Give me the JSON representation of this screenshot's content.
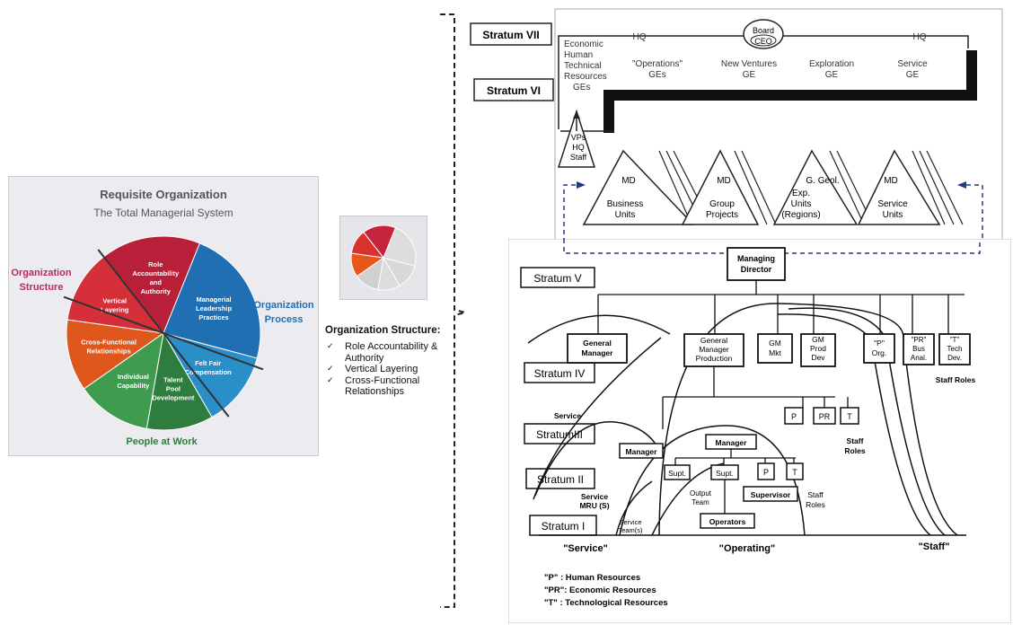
{
  "left_panel": {
    "title": "Requisite Organization",
    "subtitle": "The Total Managerial System",
    "label_structure": [
      "Organization",
      "Structure"
    ],
    "label_process": [
      "Organization",
      "Process"
    ],
    "label_people": "People at Work",
    "slices": [
      {
        "lines": [
          "Role",
          "Accountability",
          "and",
          "Authority"
        ],
        "color": "#b8203a"
      },
      {
        "lines": [
          "Managerial",
          "Leadership",
          "Practices"
        ],
        "color": "#1f6fb2"
      },
      {
        "lines": [
          "Felt Fair",
          "Compensation"
        ],
        "color": "#2a8fc9"
      },
      {
        "lines": [
          "Talent",
          "Pool",
          "Development"
        ],
        "color": "#2e7d3e"
      },
      {
        "lines": [
          "Individual",
          "Capability"
        ],
        "color": "#3f9c4f"
      },
      {
        "lines": [
          "Cross-Functional",
          "Relationships"
        ],
        "color": "#e0571e"
      },
      {
        "lines": [
          "Vertical",
          "Layering"
        ],
        "color": "#d52f3a"
      }
    ]
  },
  "structure_box": {
    "heading": "Organization Structure:",
    "items": [
      "Role Accountability & Authority",
      "Vertical Layering",
      "Cross-Functional Relationships"
    ]
  },
  "top_chart": {
    "stratum_vii": "Stratum VII",
    "stratum_vi": "Stratum VI",
    "hq_left": "HQ",
    "hq_right": "HQ",
    "board": "Board",
    "ceo": "CEO",
    "resources": [
      "Economic",
      "Human",
      "Technical",
      "Resources",
      "GEs"
    ],
    "ges": [
      {
        "lines": [
          "\"Operations\"",
          "GEs"
        ]
      },
      {
        "lines": [
          "New Ventures",
          "GE"
        ]
      },
      {
        "lines": [
          "Exploration",
          "GE"
        ]
      },
      {
        "lines": [
          "Service",
          "GE"
        ]
      }
    ],
    "vp": [
      "VPs",
      "HQ",
      "Staff"
    ],
    "units": [
      {
        "head": "MD",
        "lines": [
          "Business",
          "Units"
        ]
      },
      {
        "head": "MD",
        "lines": [
          "Group",
          "Projects"
        ]
      },
      {
        "head": "G. Geol.",
        "lines": [
          "Exp.",
          "Units",
          "(Regions)"
        ]
      },
      {
        "head": "MD",
        "lines": [
          "Service",
          "Units"
        ]
      }
    ]
  },
  "bottom_chart": {
    "managing_director": [
      "Managing",
      "Director"
    ],
    "strata": [
      "Stratum V",
      "Stratum IV",
      "StratumIII",
      "Stratum II",
      "Stratum I"
    ],
    "general_manager": [
      "General",
      "Manager"
    ],
    "gm_production": [
      "General",
      "Manager",
      "Production"
    ],
    "gm_mkt": [
      "GM",
      "Mkt"
    ],
    "gm_prod_dev": [
      "GM",
      "Prod",
      "Dev"
    ],
    "p_org": [
      "\"P\"",
      "Org."
    ],
    "pr_bus": [
      "\"PR\"",
      "Bus",
      "Anal."
    ],
    "t_tech": [
      "\"T\"",
      "Tech",
      "Dev."
    ],
    "staff_roles_top": "Staff Roles",
    "p": "P",
    "pr": "PR",
    "t": "T",
    "staff_roles_mid": [
      "Staff",
      "Roles"
    ],
    "service_label": "Service",
    "manager_left": "Manager",
    "manager_center": "Manager",
    "supt": "Supt.",
    "output_team": [
      "Output",
      "Team"
    ],
    "supervisor": "Supervisor",
    "staff_roles_low": [
      "Staff",
      "Roles"
    ],
    "service_mru": [
      "Service",
      "MRU (S)"
    ],
    "service_teams": [
      "Service",
      "Team(s)"
    ],
    "operators": "Operators",
    "bottom_labels": [
      "\"Service\"",
      "\"Operating\"",
      "\"Staff\""
    ],
    "legend": [
      "\"P\"  : Human Resources",
      "\"PR\": Economic Resources",
      "\"T\"  : Technological Resources"
    ]
  }
}
